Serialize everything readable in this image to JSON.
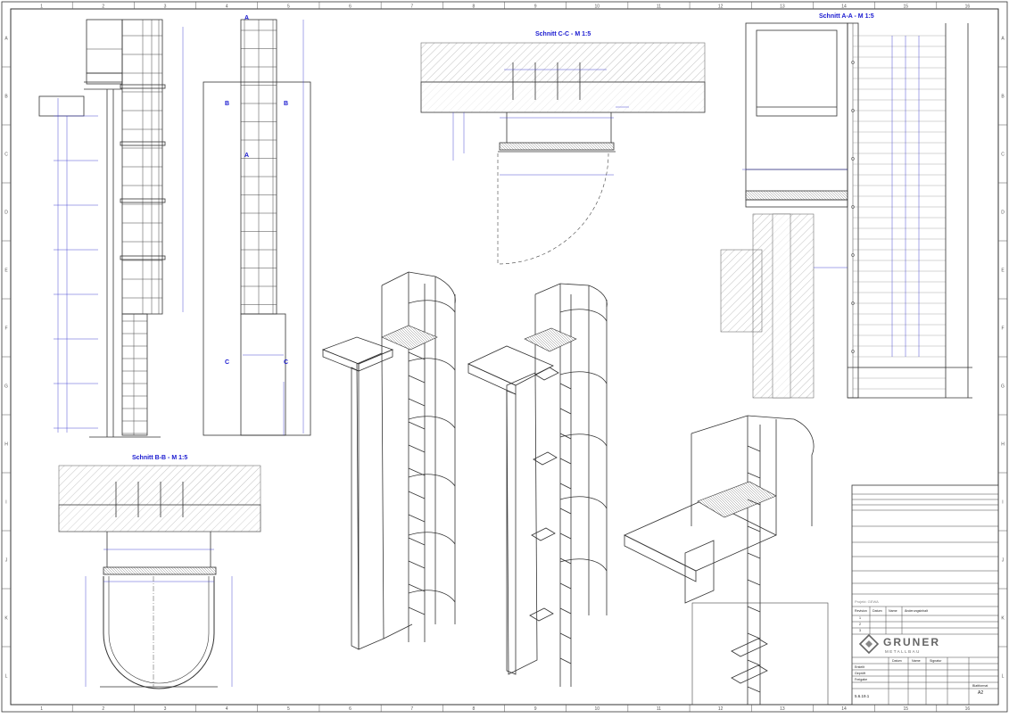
{
  "sheet": {
    "col_labels": [
      "1",
      "2",
      "3",
      "4",
      "5",
      "6",
      "7",
      "8",
      "9",
      "10",
      "11",
      "12",
      "13",
      "14",
      "15",
      "16"
    ],
    "row_labels": [
      "A",
      "B",
      "C",
      "D",
      "E",
      "F",
      "G",
      "H",
      "I",
      "J",
      "K",
      "L"
    ],
    "views": {
      "section_cc": "Schnitt C-C - M 1:5",
      "section_aa": "Schnitt A-A - M 1:5",
      "section_bb": "Schnitt B-B - M 1:5"
    },
    "markers": {
      "a": "A",
      "b": "B",
      "c": "C"
    }
  },
  "colors": {
    "line": "#333333",
    "dimension": "#3a3ad0",
    "title": "#1a1ad0",
    "callout": "#1a8fd8"
  },
  "title_block": {
    "project_label": "Projekt: GEWA",
    "company": "GRUNER",
    "company_sub": "METALLBAU",
    "revision_header": [
      "Revision",
      "Datum",
      "Name",
      "Änderungsinhalt"
    ],
    "revisions": [
      "1",
      "2",
      "3"
    ],
    "sign_header": [
      "Datum",
      "Name",
      "Signatur"
    ],
    "sign_rows": [
      "Erstellt",
      "Geprüft",
      "Freigabe"
    ],
    "format_label": "Blattformat",
    "format_value": "A2",
    "index": "5.6.19.1"
  }
}
